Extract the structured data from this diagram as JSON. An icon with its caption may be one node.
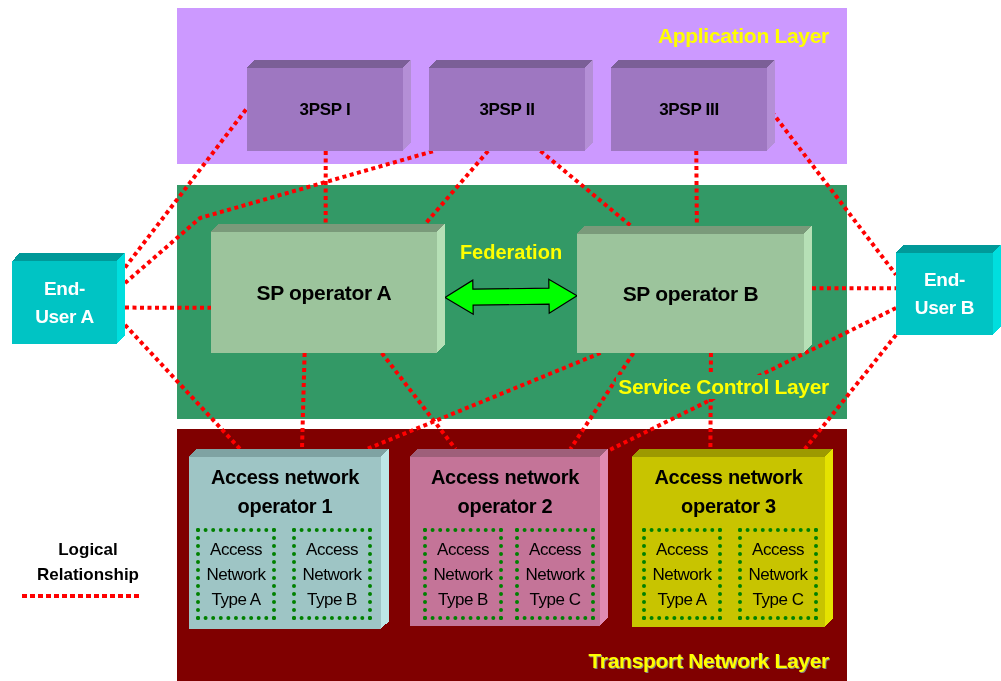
{
  "diagram": {
    "nodes": [
      {
        "text": [
          "Application Layer"
        ]
      },
      {
        "text": [
          "3PSP I"
        ],
        "in": 0
      },
      {
        "text": [
          "3PSP II"
        ],
        "in": 0
      },
      {
        "text": [
          "3PSP III"
        ],
        "in": 0
      },
      {
        "text": [
          "Service Control Layer"
        ]
      },
      {
        "text": [
          "SP operator A"
        ],
        "in": 4
      },
      {
        "text": [
          "SP operator B"
        ],
        "in": 4
      },
      {
        "text": [
          "Transport Network Layer"
        ]
      },
      {
        "text": [
          "Access network operator 1"
        ],
        "in": 7
      },
      {
        "text": [
          "Access Network Type A"
        ],
        "in": 8
      },
      {
        "text": [
          "Access Network Type B"
        ],
        "in": 8
      },
      {
        "text": [
          "Access network operator 2"
        ],
        "in": 7
      },
      {
        "text": [
          "Access Network Type B"
        ],
        "in": 11
      },
      {
        "text": [
          "Access Network Type C"
        ],
        "in": 11
      },
      {
        "text": [
          "Access network operator 3"
        ],
        "in": 7
      },
      {
        "text": [
          "Access Network Type A"
        ],
        "in": 14
      },
      {
        "text": [
          "Access Network Type C"
        ],
        "in": 14
      },
      {
        "text": [
          "End-User A"
        ]
      },
      {
        "text": [
          "End-User B"
        ]
      }
    ],
    "edges": [
      {
        "from": 17,
        "to": 1,
        "arrow": "none",
        "style": "dashed"
      },
      {
        "from": 17,
        "to": 2,
        "arrow": "none",
        "style": "dashed"
      },
      {
        "from": 17,
        "to": 5,
        "arrow": "none",
        "style": "dashed"
      },
      {
        "from": 17,
        "to": 8,
        "arrow": "none",
        "style": "dashed"
      },
      {
        "from": 1,
        "to": 5,
        "arrow": "none",
        "style": "dashed"
      },
      {
        "from": 2,
        "to": 5,
        "arrow": "none",
        "style": "dashed"
      },
      {
        "from": 2,
        "to": 6,
        "arrow": "none",
        "style": "dashed"
      },
      {
        "from": 3,
        "to": 6,
        "arrow": "none",
        "style": "dashed"
      },
      {
        "from": 3,
        "to": 18,
        "arrow": "none",
        "style": "dashed"
      },
      {
        "from": 6,
        "to": 18,
        "arrow": "none",
        "style": "dashed"
      },
      {
        "from": 18,
        "to": 11,
        "arrow": "none",
        "style": "dashed"
      },
      {
        "from": 6,
        "to": 8,
        "arrow": "none",
        "style": "dashed"
      },
      {
        "from": 6,
        "to": 11,
        "arrow": "none",
        "style": "dashed"
      },
      {
        "from": 6,
        "to": 14,
        "arrow": "none",
        "style": "dashed"
      },
      {
        "from": 18,
        "to": 14,
        "arrow": "none",
        "style": "dashed"
      },
      {
        "from": 5,
        "to": 8,
        "arrow": "none",
        "style": "dashed"
      },
      {
        "from": 5,
        "to": 11,
        "arrow": "none",
        "style": "dashed"
      },
      {
        "from": 5,
        "to": 6,
        "arrow": "both",
        "label": "Federation",
        "style": "thick",
        "color": "#00ff00"
      }
    ],
    "legend": [
      {
        "text": "Logical Relationship"
      }
    ]
  }
}
